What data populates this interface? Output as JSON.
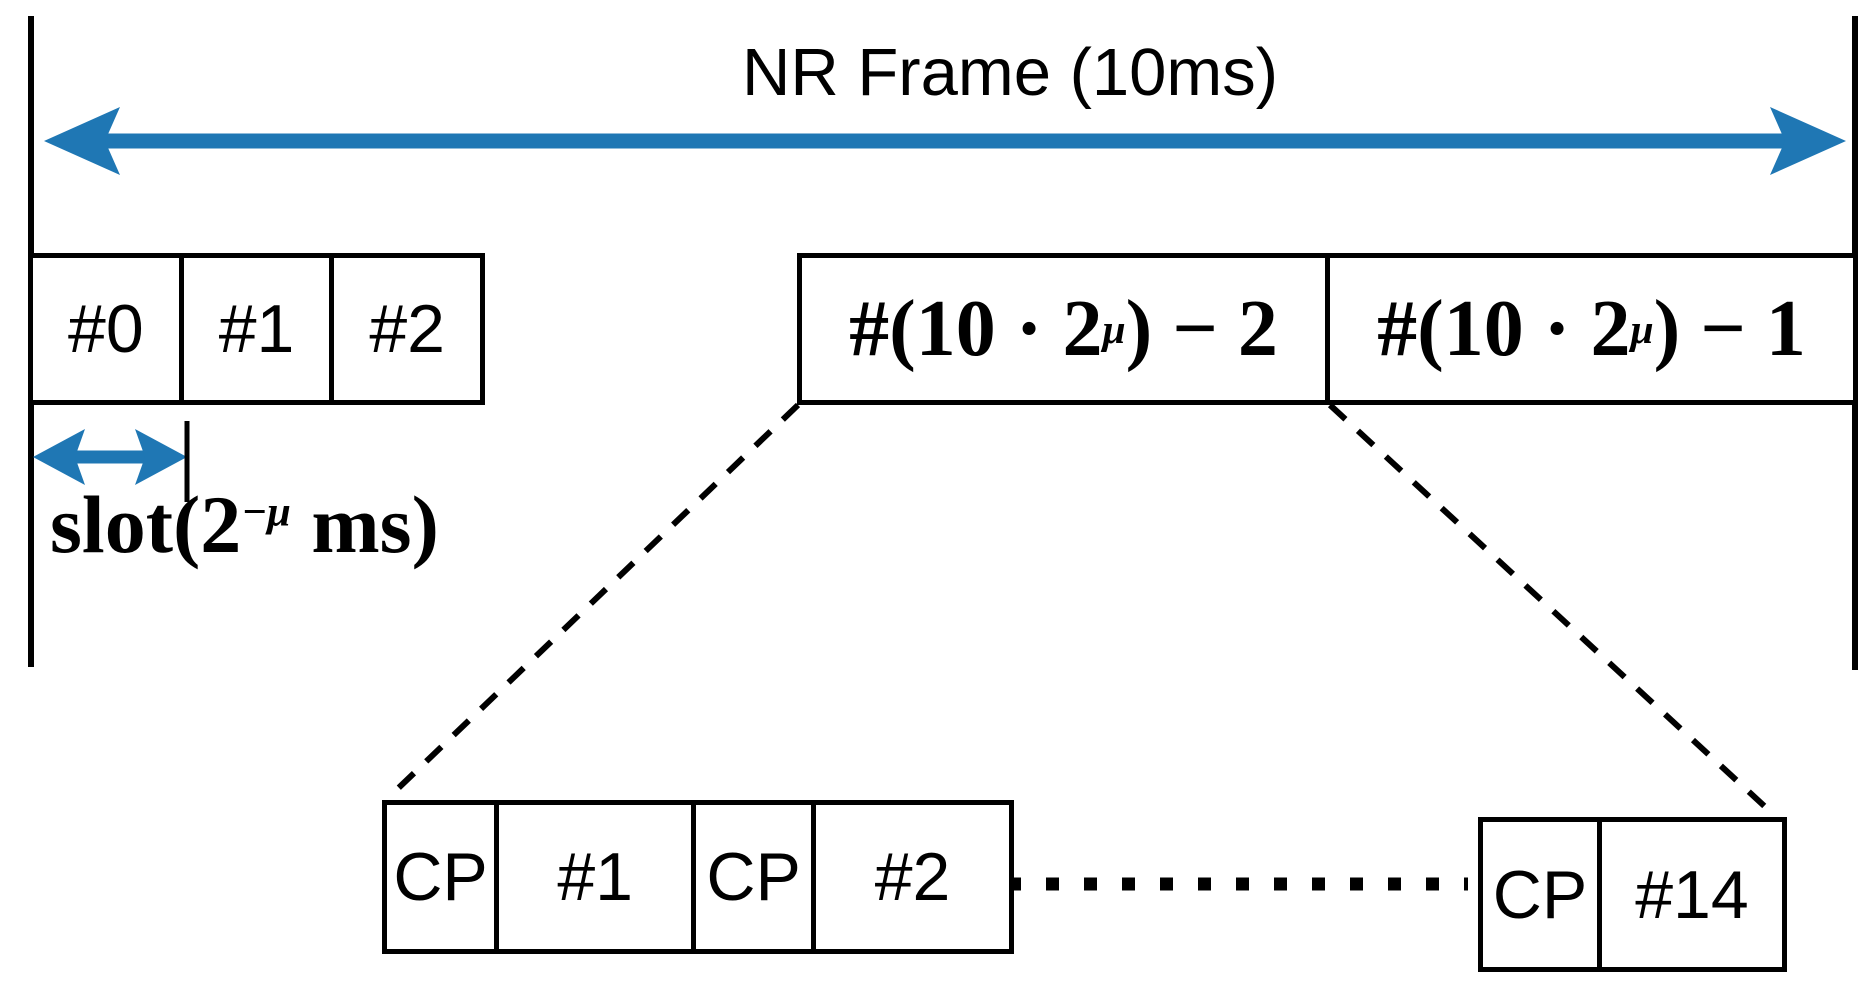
{
  "frame": {
    "title": "NR Frame (10ms)",
    "left_slots": [
      "#0",
      "#1",
      "#2"
    ],
    "right_slots": [
      {
        "pre": "#(10 · 2",
        "sup": "μ",
        "post": ") − 2"
      },
      {
        "pre": "#(10 · 2",
        "sup": "μ",
        "post": ") − 1"
      }
    ],
    "slot_duration_label": {
      "pre": "slot(2",
      "sup": "−μ",
      "post": " ms)"
    }
  },
  "slot_detail": {
    "left_cells": [
      "CP",
      "#1",
      "CP",
      "#2"
    ],
    "right_cells": [
      "CP",
      "#14"
    ]
  },
  "colors": {
    "arrow_blue": "#1f77b4",
    "stroke_black": "#000000"
  }
}
